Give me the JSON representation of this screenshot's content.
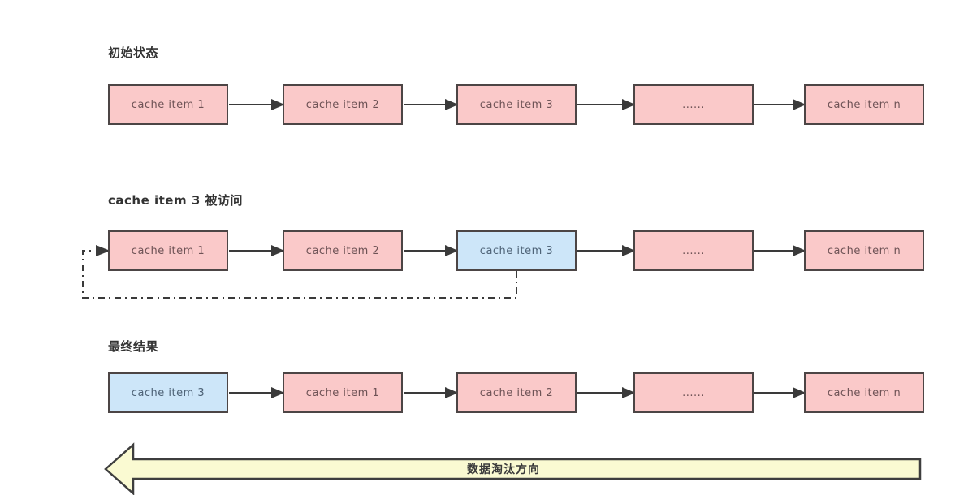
{
  "sections": [
    {
      "title": "初始状态",
      "boxes": [
        {
          "label": "cache item 1",
          "color": "pink"
        },
        {
          "label": "cache item 2",
          "color": "pink"
        },
        {
          "label": "cache item 3",
          "color": "pink"
        },
        {
          "label": "......",
          "color": "pink"
        },
        {
          "label": "cache item n",
          "color": "pink"
        }
      ]
    },
    {
      "title": "cache item 3 被访问",
      "boxes": [
        {
          "label": "cache item 1",
          "color": "pink"
        },
        {
          "label": "cache item 2",
          "color": "pink"
        },
        {
          "label": "cache item 3",
          "color": "blue"
        },
        {
          "label": "......",
          "color": "pink"
        },
        {
          "label": "cache item n",
          "color": "pink"
        }
      ]
    },
    {
      "title": "最终结果",
      "boxes": [
        {
          "label": "cache item 3",
          "color": "blue"
        },
        {
          "label": "cache item 1",
          "color": "pink"
        },
        {
          "label": "cache item 2",
          "color": "pink"
        },
        {
          "label": "......",
          "color": "pink"
        },
        {
          "label": "cache item n",
          "color": "pink"
        }
      ]
    }
  ],
  "eviction_arrow": {
    "label": "数据淘汰方向"
  },
  "colors": {
    "box_pink": "#fac9c9",
    "box_blue": "#cde6f9",
    "box_border": "#4c4545",
    "connector": "#3a3a3a",
    "eviction_fill": "#fafad2",
    "eviction_border": "#3e3e3e"
  }
}
